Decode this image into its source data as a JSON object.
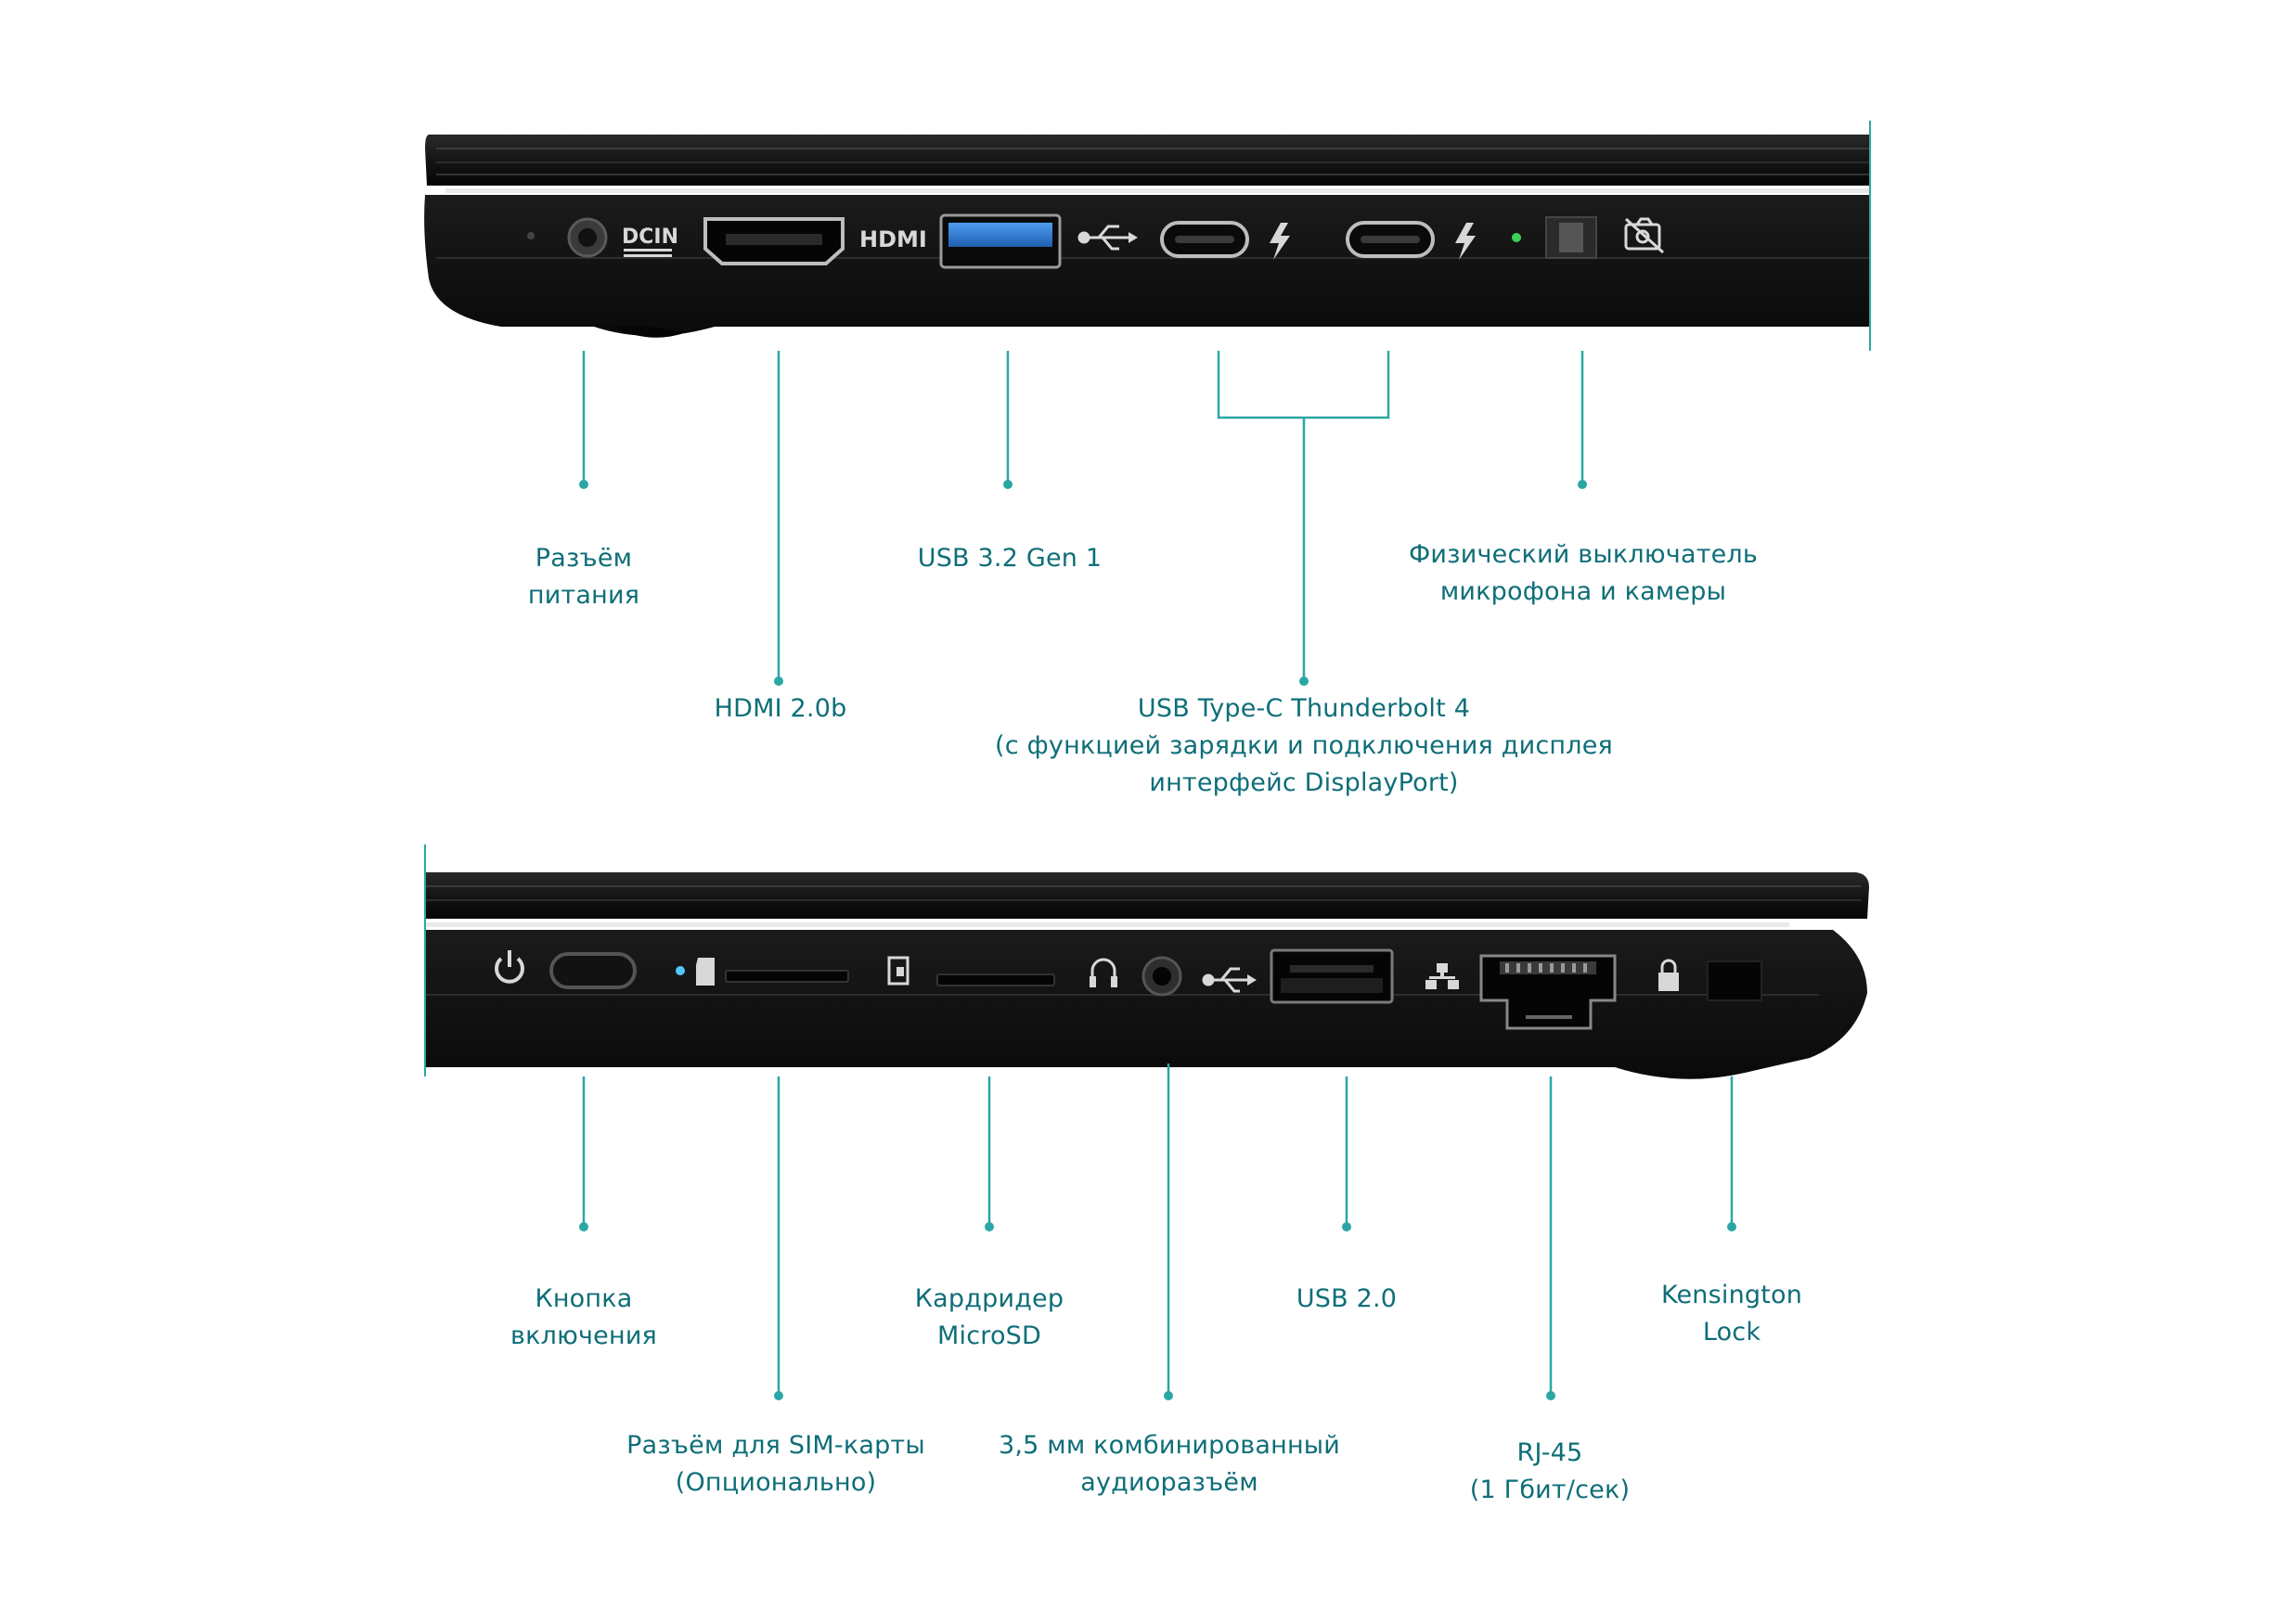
{
  "colors": {
    "accent": "#2aa7a4",
    "label_text": "#0e6e78",
    "laptop_body": "#0d0d0d",
    "usb3_port": "#2e7fd6",
    "led_green": "#3bd35a",
    "led_blue": "#53c6ff"
  },
  "icons": {
    "dc_port": "DCIN",
    "hdmi_port": "HDMI"
  },
  "top_panel": {
    "labels": [
      {
        "id": "power-jack",
        "lines": [
          "Разъём",
          "питания"
        ]
      },
      {
        "id": "hdmi",
        "lines": [
          "HDMI 2.0b"
        ]
      },
      {
        "id": "usb32",
        "lines": [
          "USB 3.2 Gen 1"
        ]
      },
      {
        "id": "thunderbolt",
        "lines": [
          "USB Type-C Thunderbolt 4",
          "(с функцией зарядки и подключения дисплея",
          "интерфейс DisplayPort)"
        ]
      },
      {
        "id": "privacy-switch",
        "lines": [
          "Физический выключатель",
          "микрофона и камеры"
        ]
      }
    ]
  },
  "bottom_panel": {
    "labels": [
      {
        "id": "power-button",
        "lines": [
          "Кнопка",
          "включения"
        ]
      },
      {
        "id": "sim-slot",
        "lines": [
          "Разъём для SIM-карты",
          "(Опционально)"
        ]
      },
      {
        "id": "microsd",
        "lines": [
          "Кардридер",
          "MicroSD"
        ]
      },
      {
        "id": "audio-jack",
        "lines": [
          "3,5 мм комбинированный",
          "аудиоразъём"
        ]
      },
      {
        "id": "usb20",
        "lines": [
          "USB 2.0"
        ]
      },
      {
        "id": "rj45",
        "lines": [
          "RJ-45",
          "(1 Гбит/сек)"
        ]
      },
      {
        "id": "kensington",
        "lines": [
          "Kensington",
          "Lock"
        ]
      }
    ]
  }
}
